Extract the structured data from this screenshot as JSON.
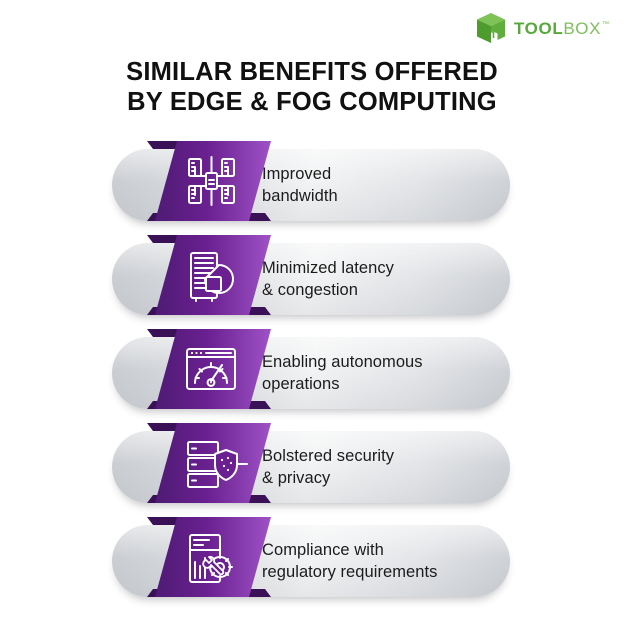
{
  "brand": {
    "name_bold": "TOOL",
    "name_light": "BOX",
    "trademark": "™",
    "cube_icon": "green-cube-logo-icon",
    "color_dark_green": "#58a93b",
    "color_light_green": "#7dbf5c"
  },
  "header": {
    "title_line_1": "SIMILAR BENEFITS OFFERED",
    "title_line_2": "BY EDGE & FOG COMPUTING",
    "title_color": "#111111"
  },
  "theme": {
    "ribbon_dark": "#4a1a6e",
    "ribbon_mid": "#6b2090",
    "ribbon_light": "#9b4fc4",
    "ribbon_fold": "#3a1157",
    "pill_light": "#f2f3f4",
    "pill_shade": "#c9ccd1",
    "text_color": "#1c1c1c",
    "background": "#ffffff"
  },
  "benefits": [
    {
      "line1": "Improved",
      "line2": "bandwidth",
      "icon": "network-topology-servers-icon"
    },
    {
      "line1": "Minimized latency",
      "line2": "& congestion",
      "icon": "server-rack-pie-chart-icon"
    },
    {
      "line1": "Enabling autonomous",
      "line2": "operations",
      "icon": "browser-speedometer-gauge-icon"
    },
    {
      "line1": "Bolstered security",
      "line2": "& privacy",
      "icon": "server-stack-shield-icon"
    },
    {
      "line1": "Compliance with",
      "line2": "regulatory requirements",
      "icon": "document-gear-wrench-icon"
    }
  ]
}
